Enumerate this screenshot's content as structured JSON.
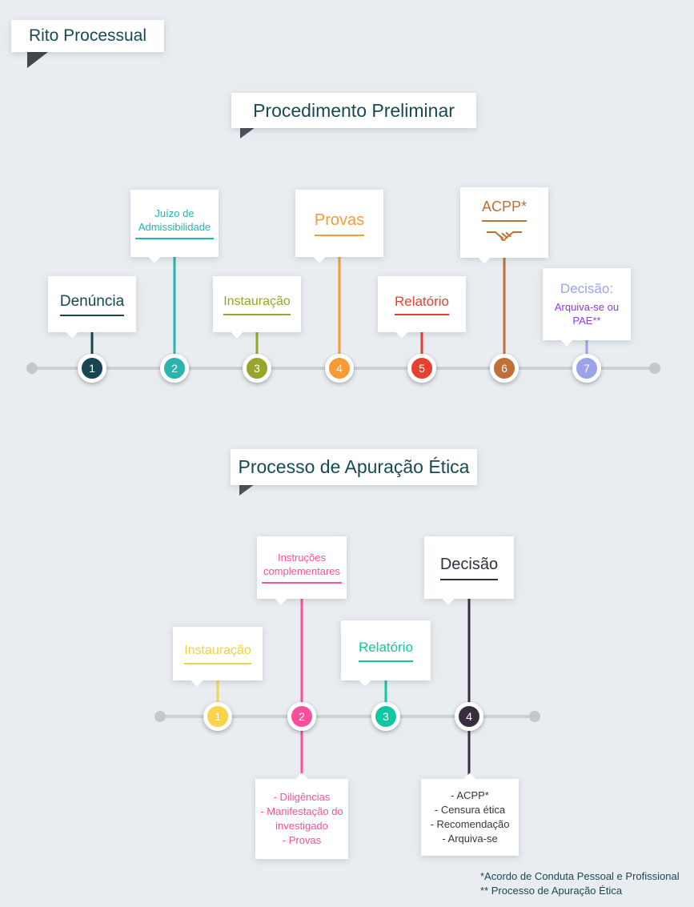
{
  "theme": {
    "background": "#e9edf1",
    "card": "#ffffff",
    "title_text": "#174a54",
    "axis_line": "#ccd1d5"
  },
  "header": {
    "title": "Rito Processual"
  },
  "timeline1": {
    "title": "Procedimento Preliminar",
    "steps": [
      {
        "num": "1",
        "label": "Denúncia",
        "color": "#17464f"
      },
      {
        "num": "2",
        "label": "Juízo de Admissibilidade",
        "color": "#2ab4ae"
      },
      {
        "num": "3",
        "label": "Instauração",
        "color": "#97a52b"
      },
      {
        "num": "4",
        "label": "Provas",
        "color": "#f89b35"
      },
      {
        "num": "5",
        "label": "Relatório",
        "color": "#e6402e"
      },
      {
        "num": "6",
        "label": "ACPP*",
        "color": "#bd7038",
        "icon": "handshake-icon"
      },
      {
        "num": "7",
        "label": "Decisão:",
        "sublabel": "Arquiva-se ou PAE**",
        "color": "#9ba3eb",
        "sublabel_color": "#8e3be4"
      }
    ]
  },
  "timeline2": {
    "title": "Processo de Apuração Ética",
    "steps": [
      {
        "num": "1",
        "label": "Instauração",
        "color": "#f6cf42"
      },
      {
        "num": "2",
        "label": "Instruções complementares",
        "color": "#fb4f9b",
        "details": [
          "- Diligências",
          "- Manifestação do investigado",
          "- Provas"
        ]
      },
      {
        "num": "3",
        "label": "Relatório",
        "color": "#13c7a3"
      },
      {
        "num": "4",
        "label": "Decisão",
        "color": "#392d40",
        "details": [
          "- ACPP*",
          "- Censura ética",
          "- Recomendação",
          "- Arquiva-se"
        ]
      }
    ]
  },
  "footnotes": {
    "line1": "*Acordo de Conduta Pessoal e Profissional",
    "line2": "** Processo de Apuração Ética"
  }
}
